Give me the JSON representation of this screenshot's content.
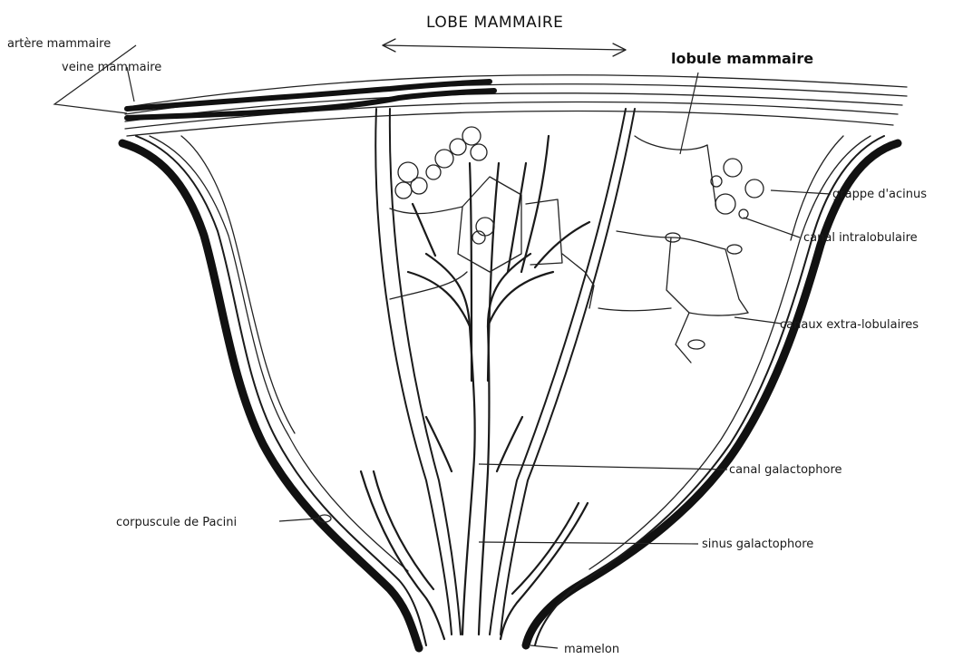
{
  "title": "LOBE MAMMAIRE",
  "labels": {
    "artere": "artère mammaire",
    "veine": "veine mammaire",
    "lobule": "lobule mammaire",
    "grappe": "grappe d'acinus",
    "canal_intra": "canal intralobulaire",
    "canaux_extra": "canaux extra-lobulaires",
    "canal_galacto": "canal galactophore",
    "sinus": "sinus galactophore",
    "pacini": "corpuscule de Pacini",
    "mamelon": "mamelon"
  }
}
